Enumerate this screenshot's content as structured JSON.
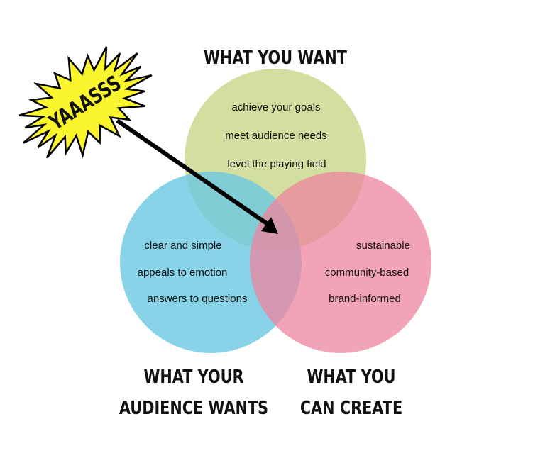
{
  "colors": {
    "want": "#cbd98f",
    "audience": "#6cc8e2",
    "create": "#ee849f",
    "burst": "#fbf52e"
  },
  "headings": {
    "want": "WHAT YOU WANT",
    "audience": [
      "WHAT YOUR",
      "AUDIENCE WANTS"
    ],
    "create": [
      "WHAT YOU",
      "CAN CREATE"
    ]
  },
  "want_items": [
    "achieve your goals",
    "meet audience needs",
    "level the playing field"
  ],
  "audience_items": [
    "clear and simple",
    "appeals to emotion",
    "answers to questions"
  ],
  "create_items": [
    "sustainable",
    "community-based",
    "brand-informed"
  ],
  "callout": "YAAASSS"
}
